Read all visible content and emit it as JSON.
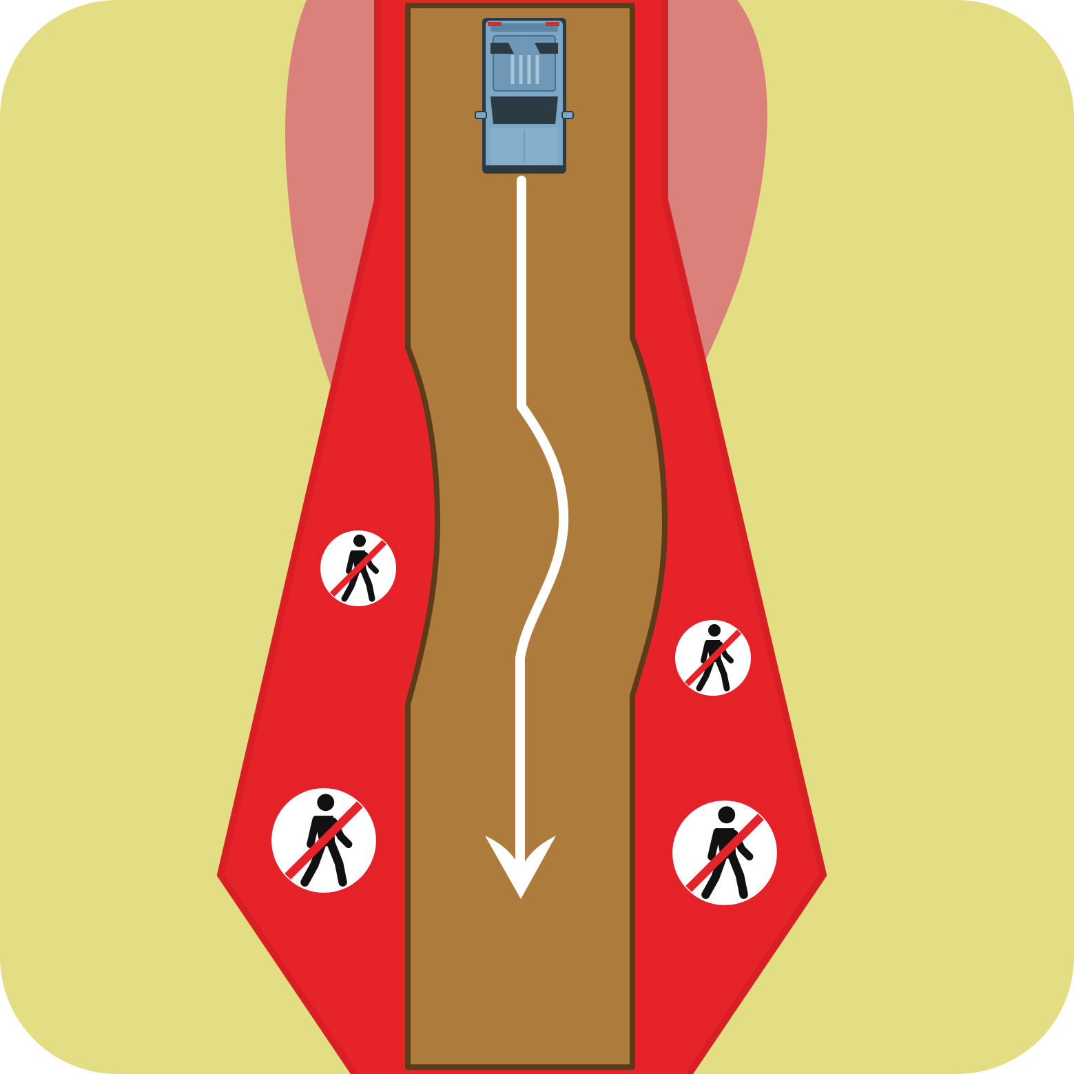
{
  "scene": {
    "subject": "vehicle-path-through-no-pedestrian-danger-zone",
    "colors": {
      "background": "#e3dd83",
      "danger_zone": "#e52329",
      "danger_zone_edge": "#d81f26",
      "caution_zone": "#d9817a",
      "road": "#ad7c3d",
      "road_border": "#5b3b1a",
      "path_arrow": "#ffffff",
      "vehicle": "#7ea7c6",
      "vehicle_glass": "#2c3a44",
      "sign_ring": "#e52329",
      "sign_fill": "#ffffff",
      "pedestrian": "#111111"
    },
    "icons": [
      "vehicle-icon",
      "path-arrow-icon",
      "no-pedestrian-sign-icon"
    ],
    "signs": {
      "count": 4,
      "meaning": "no-pedestrians"
    }
  }
}
